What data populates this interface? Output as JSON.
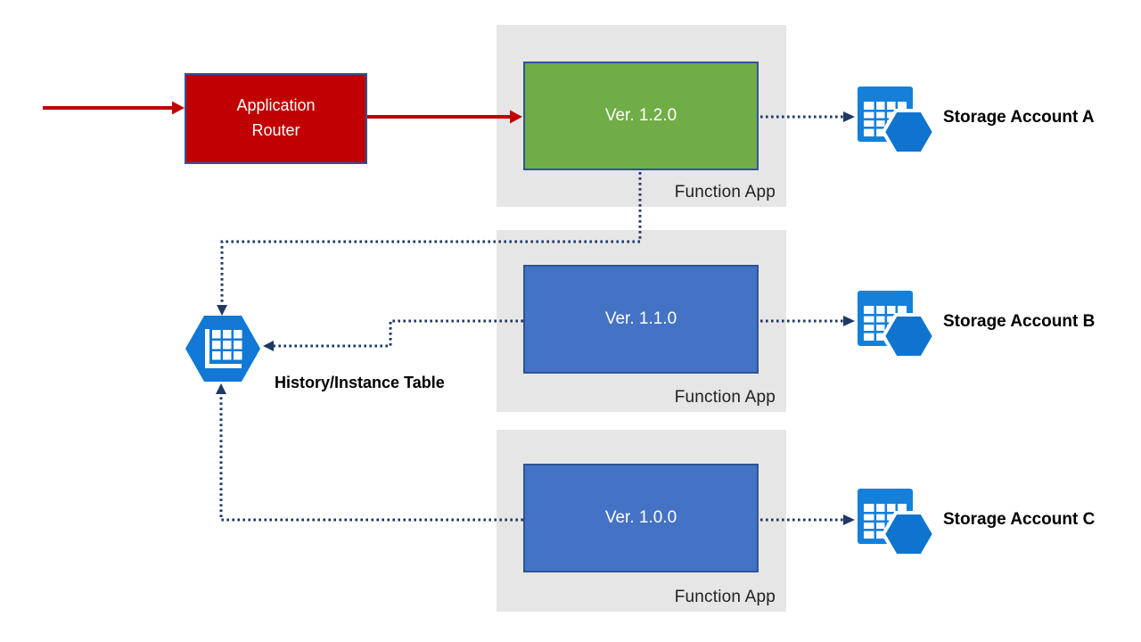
{
  "router": {
    "label": "Application Router"
  },
  "function_apps": [
    {
      "version": "Ver. 1.2.0",
      "label": "Function App",
      "fill": "#70AD47"
    },
    {
      "version": "Ver. 1.1.0",
      "label": "Function App",
      "fill": "#4472C4"
    },
    {
      "version": "Ver. 1.0.0",
      "label": "Function App",
      "fill": "#4472C4"
    }
  ],
  "storage_accounts": [
    {
      "label": "Storage Account A"
    },
    {
      "label": "Storage Account B"
    },
    {
      "label": "Storage Account C"
    }
  ],
  "history_table": {
    "label": "History/Instance Table"
  },
  "icons": {
    "storage": "table-storage-icon",
    "history": "table-hexagon-icon"
  },
  "colors": {
    "router_fill": "#C00000",
    "red_arrow": "#C00000",
    "shape_border": "#2F5496",
    "container_gray": "#E7E6E6",
    "connector_navy": "#1F3864",
    "version_green": "#70AD47",
    "version_blue": "#4472C4",
    "icon_azure": "#1480DA",
    "icon_azure_dark": "#0F74D0",
    "label_dark": "#1F1F1F",
    "text_white": "#FFFFFF"
  }
}
